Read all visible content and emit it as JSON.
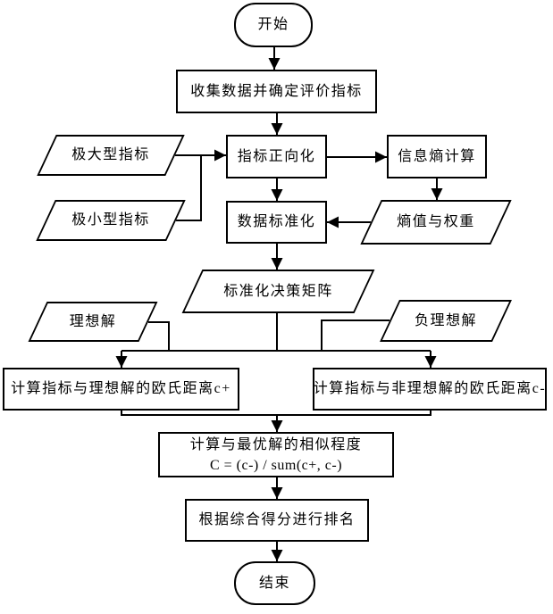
{
  "diagram": {
    "background_color": "#ffffff",
    "line_color": "#000000",
    "text_color": "#000000"
  },
  "nodes": {
    "start": {
      "label": "开始"
    },
    "collect": {
      "label": "收集数据并确定评价指标"
    },
    "max_indicator": {
      "label": "极大型指标"
    },
    "min_indicator": {
      "label": "极小型指标"
    },
    "forward": {
      "label": "指标正向化"
    },
    "info_entropy": {
      "label": "信息熵计算"
    },
    "standardize": {
      "label": "数据标准化"
    },
    "entropy_weight": {
      "label": "熵值与权重"
    },
    "decision_matrix": {
      "label": "标准化决策矩阵"
    },
    "ideal": {
      "label": "理想解"
    },
    "negative_ideal": {
      "label": "负理想解"
    },
    "dist_pos": {
      "label": "计算指标与理想解的欧氏距离c+"
    },
    "dist_neg": {
      "label": "计算指标与非理想解的欧氏距离c-"
    },
    "similarity": {
      "line1": "计算与最优解的相似程度",
      "line2": "C = (c-) / sum(c+, c-)"
    },
    "rank": {
      "label": "根据综合得分进行排名"
    },
    "end": {
      "label": "结束"
    }
  }
}
